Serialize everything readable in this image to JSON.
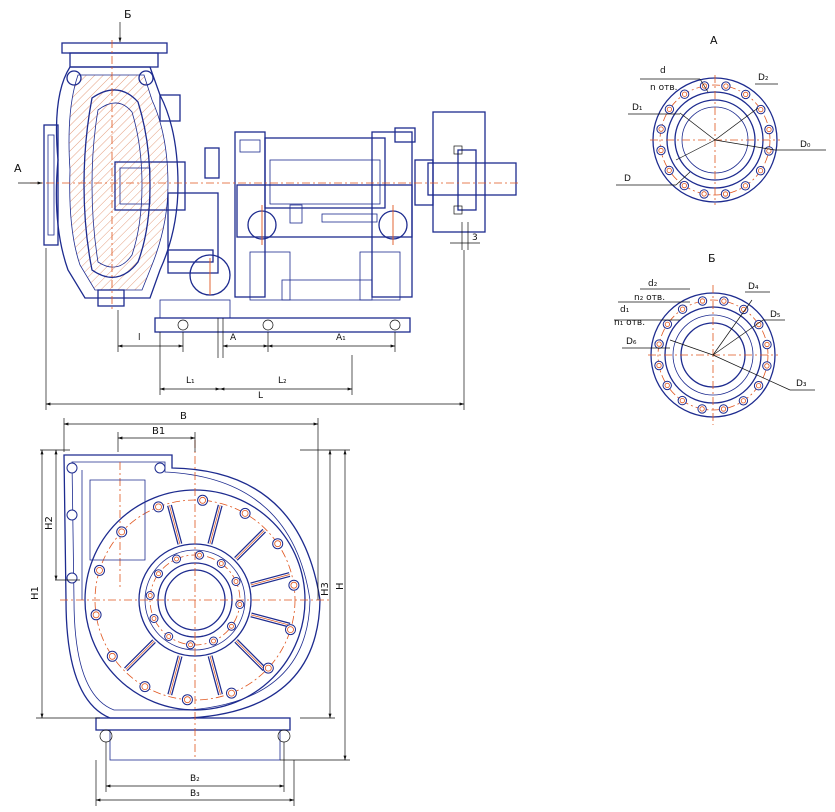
{
  "labels": {
    "view_a_arrow": "А",
    "view_b_arrow": "Б",
    "dim_3": "3",
    "dim_l_small": "l",
    "dim_A": "А",
    "dim_A1": "А₁",
    "dim_L1": "L₁",
    "dim_L2": "L₂",
    "dim_L": "L",
    "dim_B": "В",
    "dim_B1": "В1",
    "dim_H2": "Н2",
    "dim_H1": "Н1",
    "dim_H3": "Н3",
    "dim_H": "Н",
    "dim_B2": "В₂",
    "dim_B3": "В₃",
    "flange_a": {
      "title": "А",
      "d": "d",
      "n_holes": "n отв.",
      "D2": "D₂",
      "D1": "D₁",
      "D0": "D₀",
      "D": "D"
    },
    "flange_b": {
      "title": "Б",
      "d2": "d₂",
      "n2_holes": "n₂ отв.",
      "d1": "d₁",
      "n1_holes": "n₁ отв.",
      "D4": "D₄",
      "D5": "D₅",
      "D6": "D₆",
      "D3": "D₃"
    }
  },
  "colors": {
    "outline": "#1d2b8f",
    "axis": "#e0561f",
    "dimension": "#111111"
  }
}
